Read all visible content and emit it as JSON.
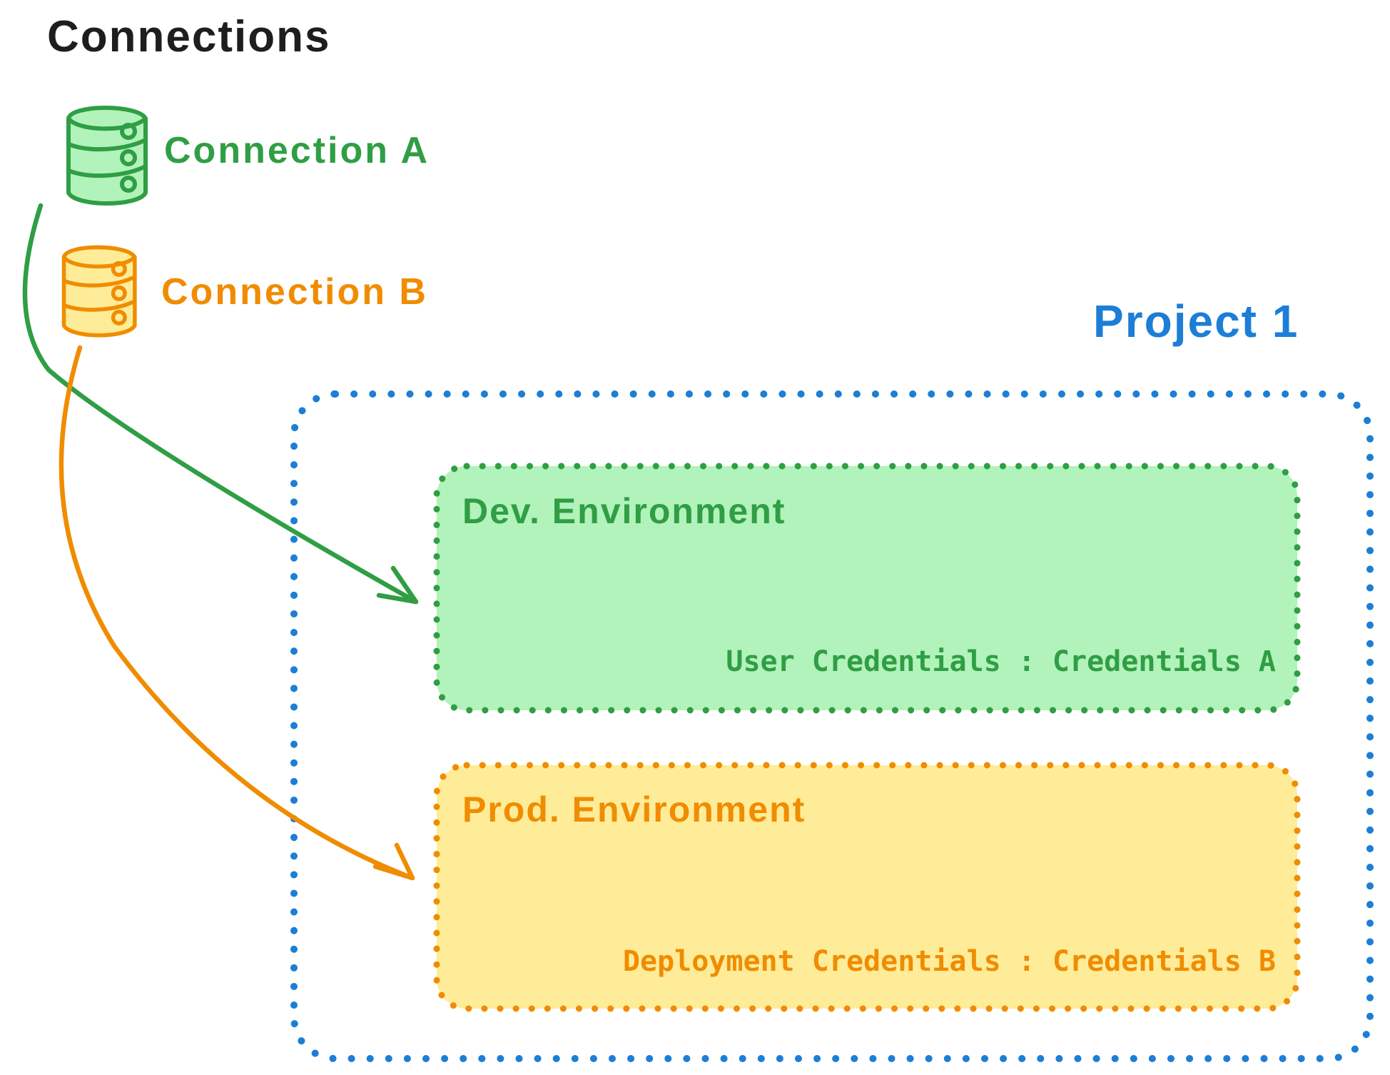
{
  "title": "Connections",
  "connections": [
    {
      "label": "Connection A",
      "color": "#2f9e44",
      "icon": "database-icon"
    },
    {
      "label": "Connection B",
      "color": "#f08c00",
      "icon": "database-icon"
    }
  ],
  "project": {
    "label": "Project 1",
    "color": "#1c7ed6",
    "environments": [
      {
        "name": "Dev. Environment",
        "credentials": "User Credentials : Credentials A",
        "stroke_color": "#2f9e44",
        "fill_color": "#b2f2bb",
        "linked_connection": "Connection A"
      },
      {
        "name": "Prod. Environment",
        "credentials": "Deployment Credentials : Credentials B",
        "stroke_color": "#f08c00",
        "fill_color": "#ffec99",
        "linked_connection": "Connection B"
      }
    ]
  },
  "colors": {
    "green": "#2f9e44",
    "green_fill": "#b2f2bb",
    "orange": "#f08c00",
    "orange_fill": "#ffec99",
    "blue": "#1c7ed6",
    "ink": "#1e1e1e",
    "background": "#ffffff"
  }
}
